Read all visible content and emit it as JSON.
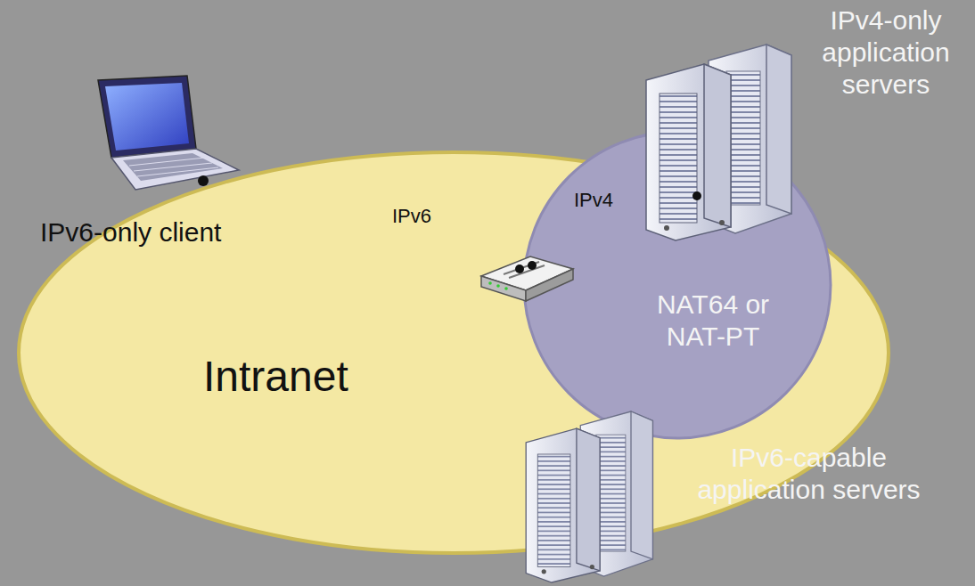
{
  "diagram": {
    "nodes": [
      {
        "text": [
          "Intranet"
        ]
      },
      {
        "text": [
          "IPv6-only client"
        ],
        "in": 0
      },
      {
        "text": [
          "NAT64 or NAT-PT"
        ],
        "in": 0
      },
      {
        "text": [
          "IPv4-only application servers"
        ],
        "in": 0
      },
      {
        "text": [
          "IPv6-capable application servers"
        ]
      }
    ],
    "edges": [
      {
        "from": 1,
        "to": 2,
        "label": "IPv6",
        "arrow": "none"
      },
      {
        "from": 2,
        "to": 3,
        "label": "IPv4",
        "arrow": "none"
      }
    ]
  }
}
